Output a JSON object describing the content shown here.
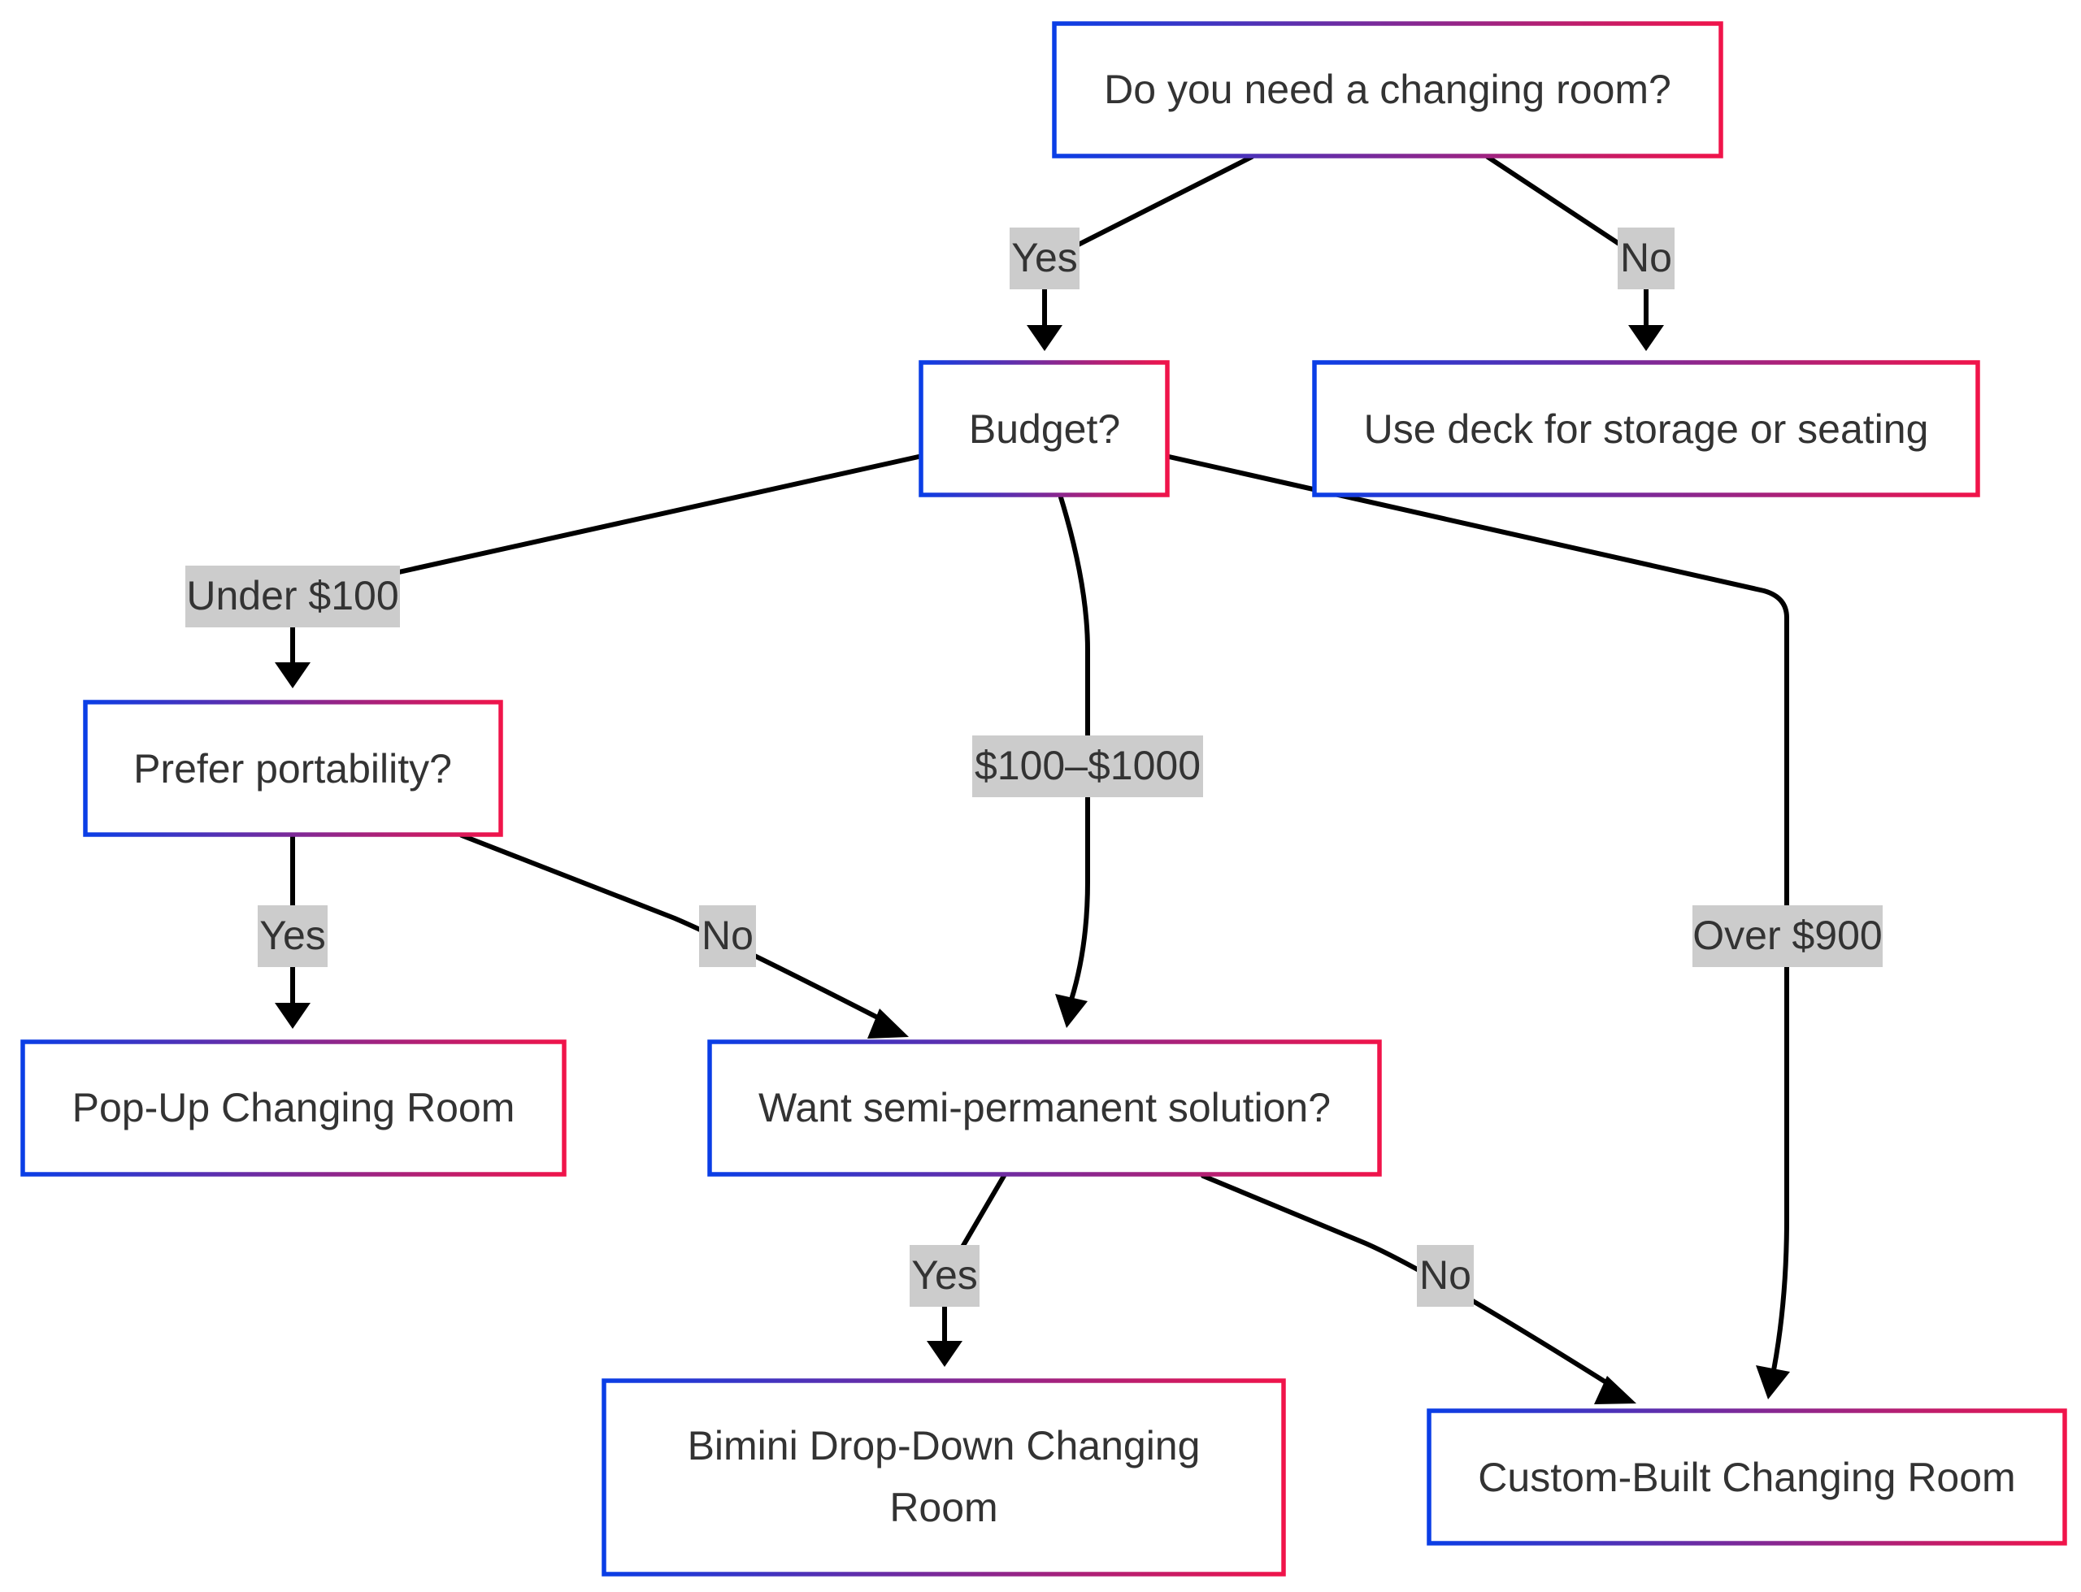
{
  "nodes": {
    "start": "Do you need a changing room?",
    "budget": "Budget?",
    "deck": "Use deck for storage or seating",
    "portability": "Prefer portability?",
    "popup": "Pop-Up Changing Room",
    "semi": "Want semi-permanent solution?",
    "bimini_line1": "Bimini Drop-Down Changing",
    "bimini_line2": "Room",
    "custom": "Custom-Built Changing Room"
  },
  "edges": {
    "start_yes": "Yes",
    "start_no": "No",
    "budget_under": "Under $100",
    "budget_mid": "$100–$1000",
    "budget_over": "Over $900",
    "port_yes": "Yes",
    "port_no": "No",
    "semi_yes": "Yes",
    "semi_no": "No"
  },
  "colors": {
    "border_start": "#0a3ee6",
    "border_end": "#f0144a",
    "edge": "#000000",
    "label_bg": "#cccccc",
    "text": "#333333"
  }
}
